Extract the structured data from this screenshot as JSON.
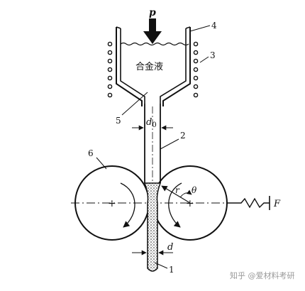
{
  "labels": {
    "pressure": "p",
    "alloy_liquid": "合金液",
    "part_1": "1",
    "part_2": "2",
    "part_3": "3",
    "part_4": "4",
    "part_5": "5",
    "part_6": "6",
    "nozzle_diameter": "d",
    "nozzle_diameter_sub": "0",
    "strip_thickness": "d",
    "radius": "r",
    "angle": "θ",
    "force": "F"
  },
  "watermark": "知乎 @爱材料考研",
  "colors": {
    "line": "#111111",
    "background": "#ffffff",
    "watermark": "#9a9a9a"
  }
}
